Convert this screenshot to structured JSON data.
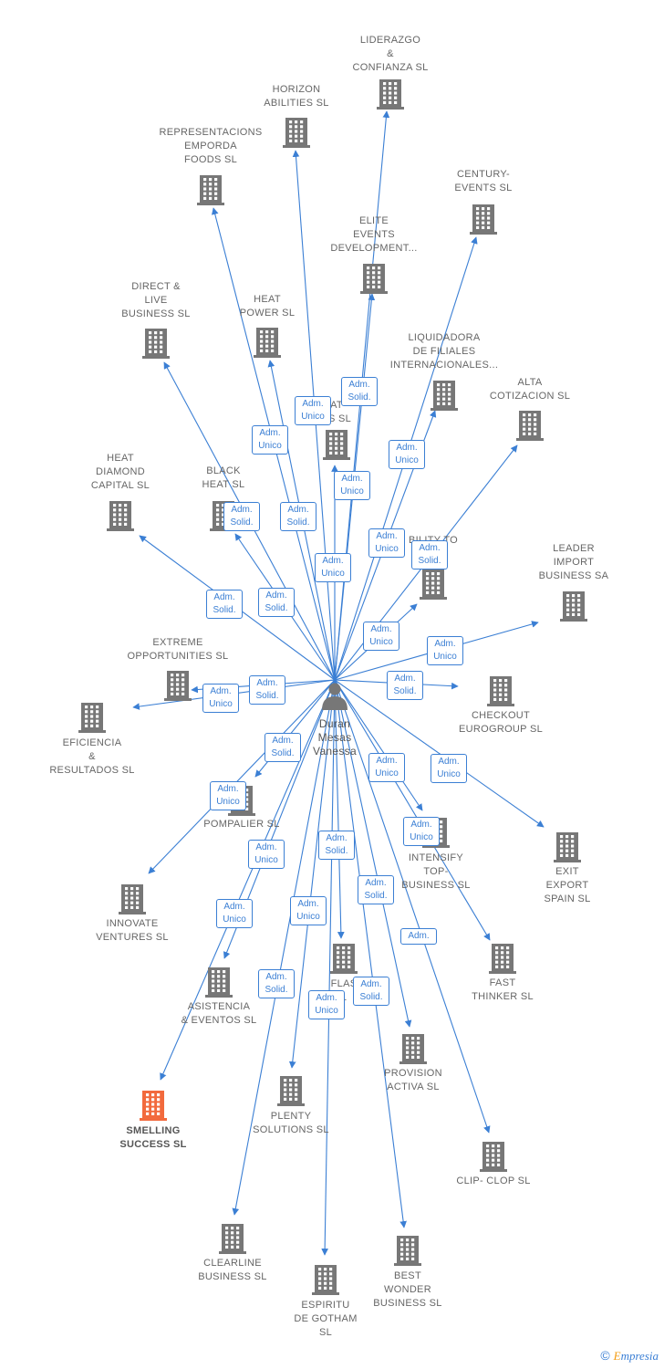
{
  "center": {
    "name": "Duran\nMesas\nVanessa"
  },
  "colors": {
    "edge": "#3b7fd4",
    "building": "#777777",
    "highlight": "#f26a3d",
    "person": "#777777"
  },
  "nodes": [
    {
      "id": "liderazgo",
      "label": "LIDERAZGO\n&\nCONFIANZA SL"
    },
    {
      "id": "horizon",
      "label": "HORIZON\nABILITIES SL"
    },
    {
      "id": "representacions",
      "label": "REPRESENTACIONS\nEMPORDA\nFOODS  SL"
    },
    {
      "id": "century",
      "label": "CENTURY-\nEVENTS  SL"
    },
    {
      "id": "elite",
      "label": "ELITE\nEVENTS\nDEVELOPMENT..."
    },
    {
      "id": "direct",
      "label": "DIRECT &\nLIVE\nBUSINESS SL"
    },
    {
      "id": "heat_power",
      "label": "HEAT\nPOWER SL"
    },
    {
      "id": "liquidadora",
      "label": "LIQUIDADORA\nDE FILIALES\nINTERNACIONALES..."
    },
    {
      "id": "alta",
      "label": "ALTA\nCOTIZACION SL"
    },
    {
      "id": "ats",
      "label": "AT\nTS  SL"
    },
    {
      "id": "heat_diamond",
      "label": "HEAT\nDIAMOND\nCAPITAL SL"
    },
    {
      "id": "black_heat",
      "label": "BLACK\nHEAT SL"
    },
    {
      "id": "bility",
      "label": "BILITY TO\nSL"
    },
    {
      "id": "leader",
      "label": "LEADER\nIMPORT\nBUSINESS SA"
    },
    {
      "id": "extreme",
      "label": "EXTREME\nOPPORTUNITIES SL"
    },
    {
      "id": "checkout",
      "label": "CHECKOUT\nEUROGROUP SL"
    },
    {
      "id": "eficiencia",
      "label": "EFICIENCIA\n&\nRESULTADOS SL"
    },
    {
      "id": "pompalier",
      "label": "POMPALIER SL"
    },
    {
      "id": "exit",
      "label": "EXIT\nEXPORT\nSPAIN SL"
    },
    {
      "id": "intensify",
      "label": "INTENSIFY\nTOP-\nBUSINESS SL"
    },
    {
      "id": "innovate",
      "label": "INNOVATE\nVENTURES SL"
    },
    {
      "id": "fast",
      "label": "FAST\nTHINKER  SL"
    },
    {
      "id": "asistencia",
      "label": "ASISTENCIA\n& EVENTOS  SL"
    },
    {
      "id": "flash",
      "label": "FLAS\nL"
    },
    {
      "id": "provision",
      "label": "PROVISION\nACTIVA SL"
    },
    {
      "id": "smelling",
      "label": "SMELLING\nSUCCESS  SL",
      "highlight": true
    },
    {
      "id": "plenty",
      "label": "PLENTY\nSOLUTIONS SL"
    },
    {
      "id": "clip",
      "label": "CLIP- CLOP SL"
    },
    {
      "id": "clearline",
      "label": "CLEARLINE\nBUSINESS SL"
    },
    {
      "id": "best",
      "label": "BEST\nWONDER\nBUSINESS SL"
    },
    {
      "id": "espiritu",
      "label": "ESPIRITU\nDE GOTHAM\nSL"
    }
  ],
  "badges": [
    {
      "for": "ats",
      "text": "Adm.\nUnico"
    },
    {
      "for": "elite",
      "text": "Adm.\nSolid."
    },
    {
      "for": "heat_power",
      "text": "Adm.\nUnico"
    },
    {
      "for": "liquidadora",
      "text": "Adm.\nUnico"
    },
    {
      "for": "century",
      "text": "Adm.\nUnico"
    },
    {
      "for": "black_heat",
      "text": "Adm.\nSolid."
    },
    {
      "for": "representacions",
      "text": "Adm.\nSolid."
    },
    {
      "for": "alta",
      "text": "Adm.\nUnico"
    },
    {
      "for": "bility",
      "text": "Adm.\nSolid."
    },
    {
      "for": "horizon",
      "text": "Adm.\nUnico"
    },
    {
      "for": "heat_diamond",
      "text": "Adm.\nSolid."
    },
    {
      "for": "direct",
      "text": "Adm.\nSolid."
    },
    {
      "for": "liderazgo",
      "text": "Adm.\nUnico"
    },
    {
      "for": "leader",
      "text": "Adm.\nUnico"
    },
    {
      "for": "extreme",
      "text": "Adm.\nSolid."
    },
    {
      "for": "eficiencia",
      "text": "Adm.\nUnico"
    },
    {
      "for": "checkout",
      "text": "Adm.\nSolid."
    },
    {
      "for": "pompalier",
      "text": "Adm.\nSolid."
    },
    {
      "for": "intensify",
      "text": "Adm.\nUnico"
    },
    {
      "for": "exit",
      "text": "Adm.\nUnico"
    },
    {
      "for": "innovate",
      "text": "Adm.\nUnico"
    },
    {
      "for": "fast",
      "text": "Adm.\nUnico"
    },
    {
      "for": "asistencia",
      "text": "Adm.\nUnico"
    },
    {
      "for": "flash",
      "text": "Adm.\nSolid."
    },
    {
      "for": "provision",
      "text": "Adm.\nSolid."
    },
    {
      "for": "smelling",
      "text": "Adm.\nUnico"
    },
    {
      "for": "plenty",
      "text": "Adm.\nUnico"
    },
    {
      "for": "clip",
      "text": "Adm."
    },
    {
      "for": "clearline",
      "text": "Adm.\nSolid."
    },
    {
      "for": "espiritu",
      "text": "Adm.\nUnico"
    },
    {
      "for": "best",
      "text": "Adm.\nSolid."
    }
  ],
  "footer": {
    "copyright": "©",
    "brand_first": "E",
    "brand_rest": "mpresia"
  }
}
